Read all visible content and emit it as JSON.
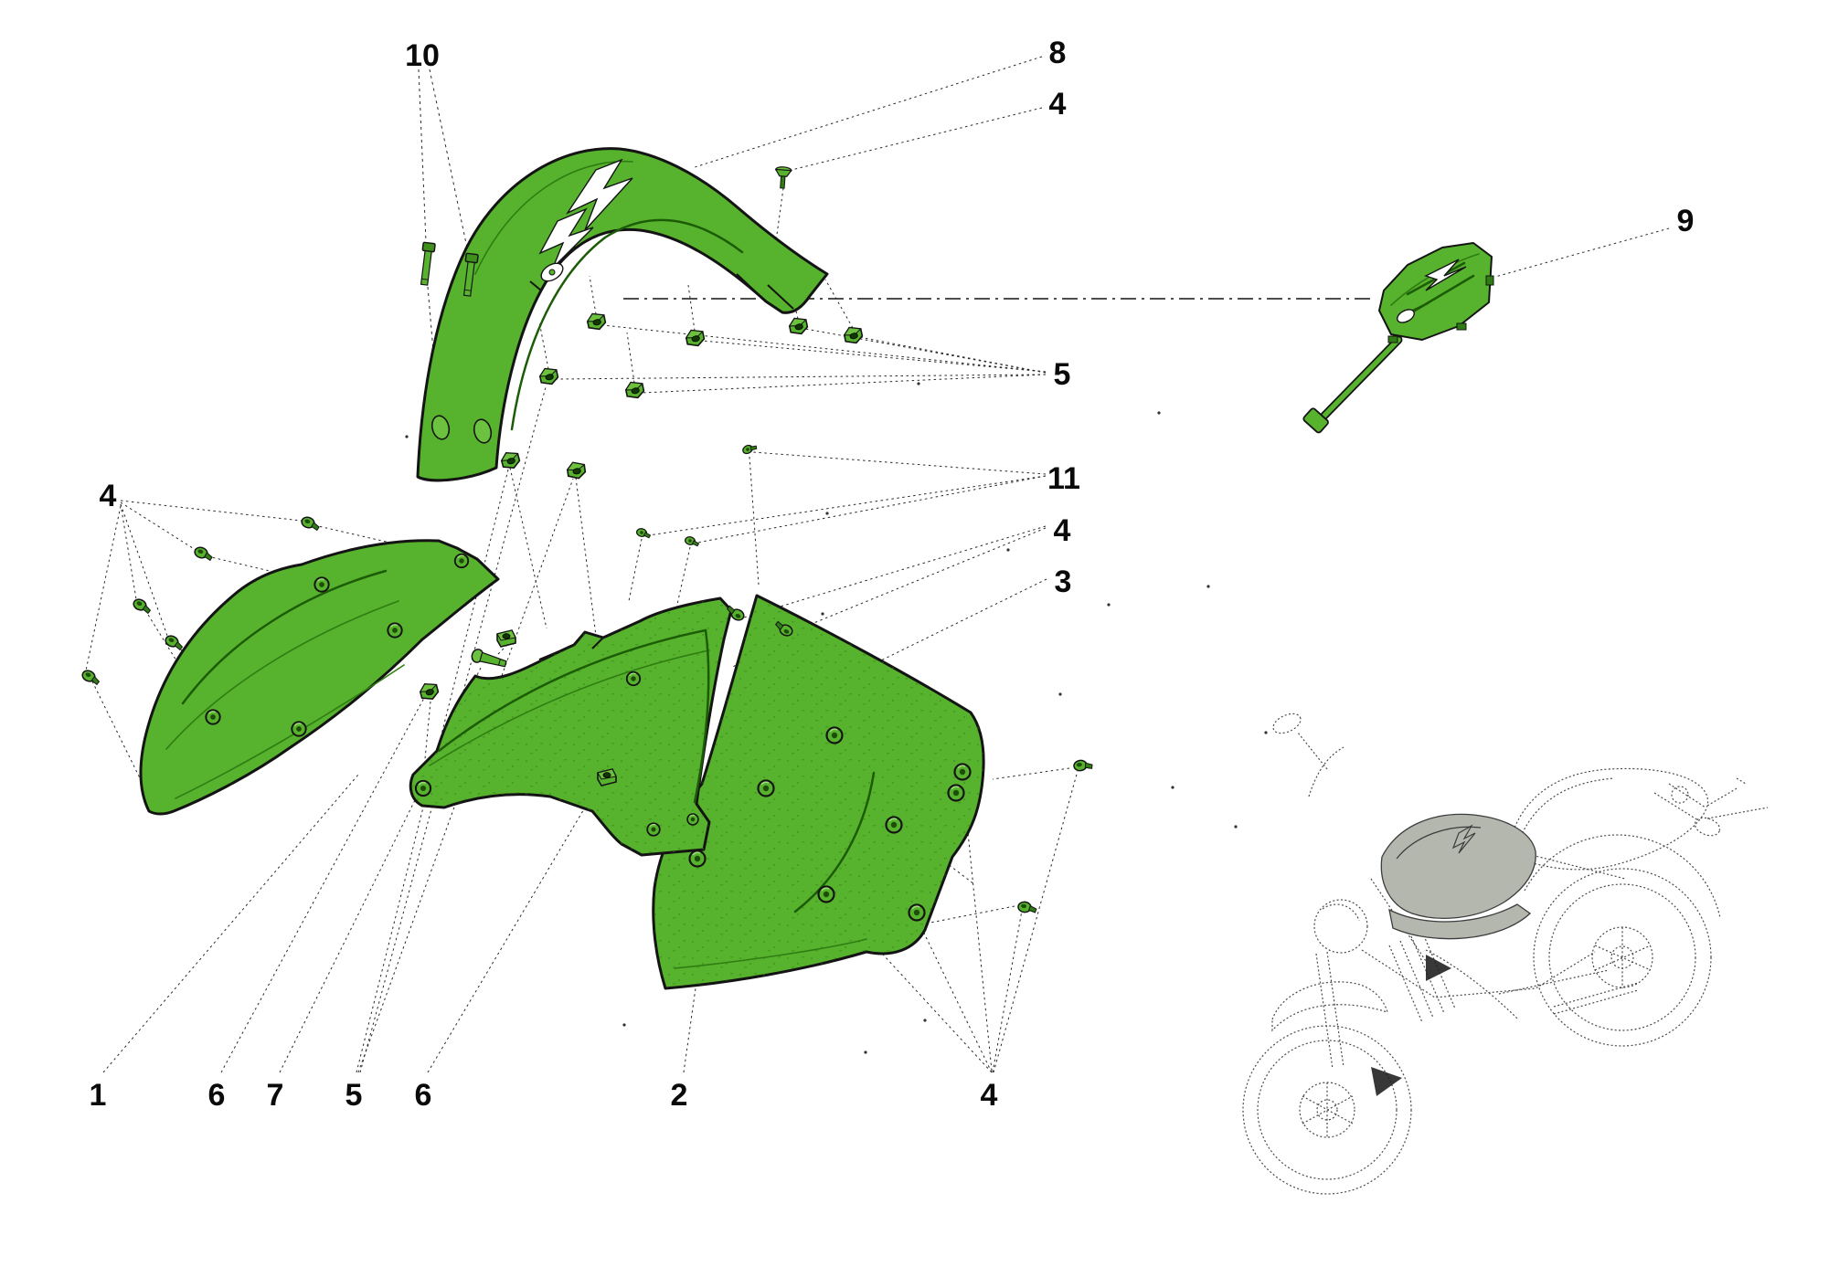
{
  "diagram": {
    "type": "exploded-parts-diagram",
    "subject": "Motorcycle body panels and tank covers",
    "callouts": {
      "c1": {
        "label": "1"
      },
      "c2": {
        "label": "2"
      },
      "c3": {
        "label": "3"
      },
      "c4_top": {
        "label": "4"
      },
      "c4_left": {
        "label": "4"
      },
      "c4_right": {
        "label": "4"
      },
      "c4_bottom": {
        "label": "4"
      },
      "c5_right": {
        "label": "5"
      },
      "c5_bottom": {
        "label": "5"
      },
      "c6_a": {
        "label": "6"
      },
      "c6_b": {
        "label": "6"
      },
      "c7": {
        "label": "7"
      },
      "c8": {
        "label": "8"
      },
      "c9": {
        "label": "9"
      },
      "c10": {
        "label": "10"
      },
      "c11": {
        "label": "11"
      }
    },
    "colors": {
      "part_fill": "#57b32d",
      "part_fill_light": "#6cc23e",
      "part_shadow": "#2f7d12",
      "outline": "#141414",
      "leader_line": "#2a2a2a",
      "reference_sketch": "#4a4a4a",
      "highlight_gray": "#b3b7ae",
      "background": "#ffffff"
    }
  }
}
